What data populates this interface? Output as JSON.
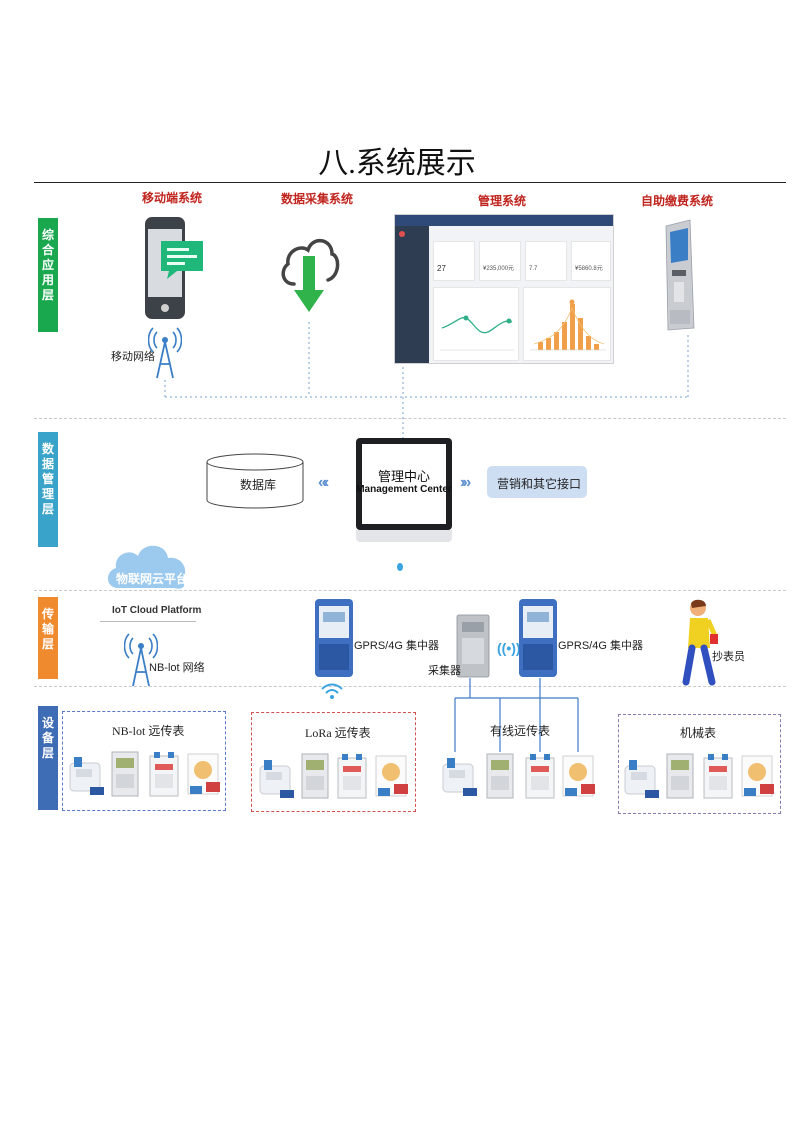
{
  "page_title": "八.系统展示",
  "layers": {
    "application": "综合应用层",
    "data": "数据管理层",
    "transport": "传输层",
    "device": "设备层"
  },
  "apps": {
    "mobile": "移动端系统",
    "data_collection": "数据采集系统",
    "management": "管理系统",
    "self_service": "自助缴费系统"
  },
  "mobile_network": "移动网络",
  "dashboard": {
    "cards": [
      {
        "value": "27"
      },
      {
        "value": "¥235,000元"
      },
      {
        "value": "7.7"
      },
      {
        "value": "¥5860.8元"
      }
    ]
  },
  "data_layer": {
    "database": "数据库",
    "center_cn": "管理中心",
    "center_en": "Management Center",
    "interface": "营销和其它接口"
  },
  "cloud": {
    "cn": "物联网云平台",
    "en": "IoT Cloud Platform"
  },
  "transport": {
    "nbiot_network": "NB-lot 网络",
    "concentrator_1": "GPRS/4G 集中器",
    "collector": "采集器",
    "concentrator_2": "GPRS/4G 集中器",
    "reader": "抄表员"
  },
  "devices": {
    "nbiot": "NB-lot 远传表",
    "lora": "LoRa 远传表",
    "wired": "有线远传表",
    "mechanical": "机械表"
  },
  "colors": {
    "app_layer": "#1aa84f",
    "data_layer": "#3aa3c9",
    "transport_layer": "#f08a2e",
    "device_layer": "#3f6db5"
  }
}
